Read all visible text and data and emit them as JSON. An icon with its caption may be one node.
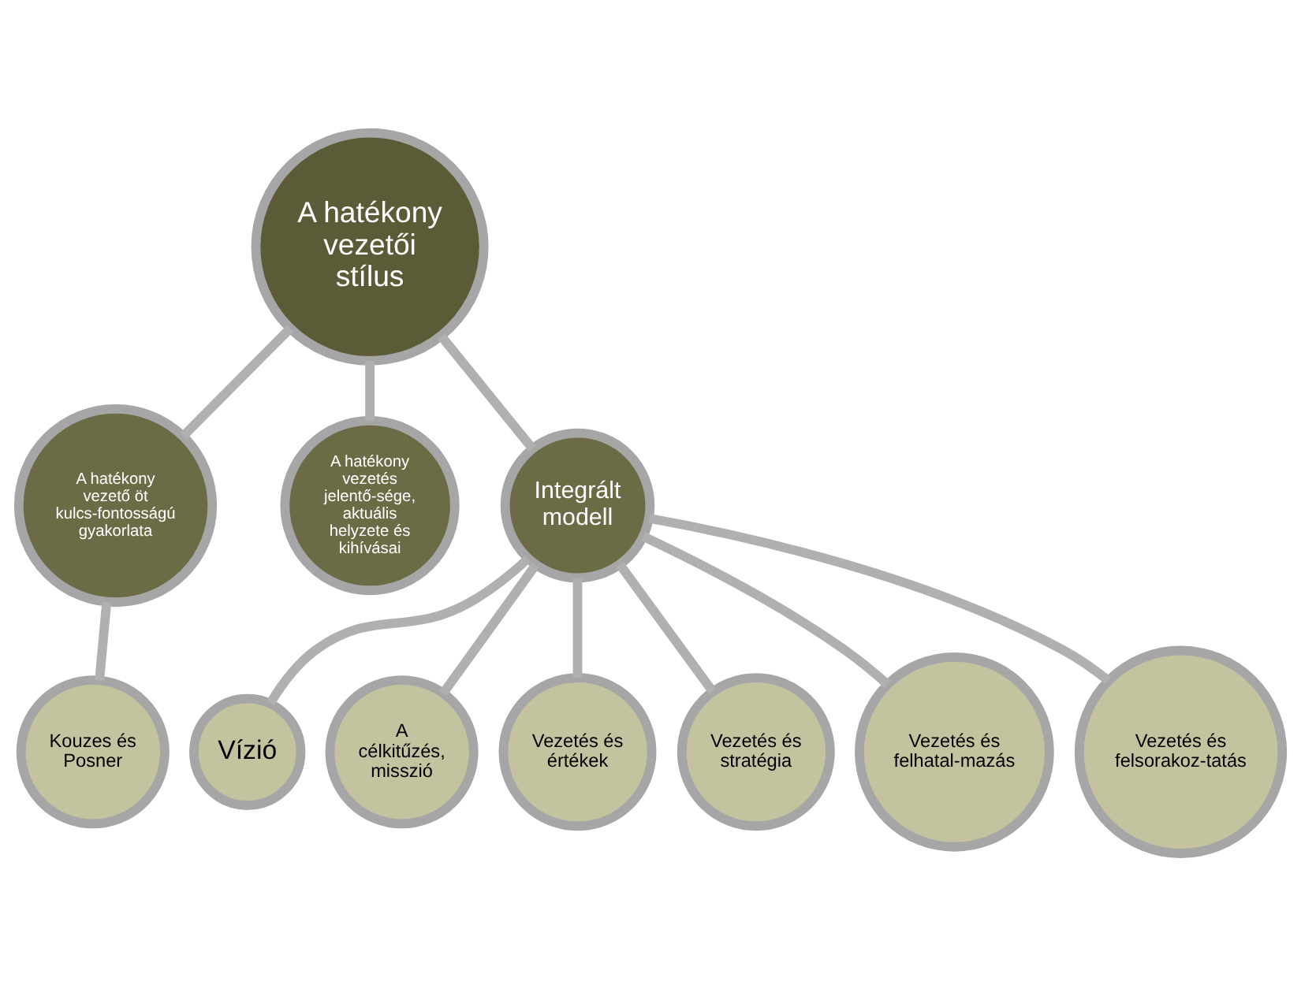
{
  "diagram": {
    "nodes": [
      {
        "text": [
          "A hatékony vezetői stílus"
        ]
      },
      {
        "text": [
          "A hatékony vezető öt kulcs-fontosságú gyakorlata"
        ]
      },
      {
        "text": [
          "A hatékony vezetés jelentő-sége, aktuális helyzete és kihívásai"
        ]
      },
      {
        "text": [
          "Integrált modell"
        ]
      },
      {
        "text": [
          "Kouzes és Posner"
        ]
      },
      {
        "text": [
          "Vízió"
        ]
      },
      {
        "text": [
          "A célkitűzés, misszió"
        ]
      },
      {
        "text": [
          "Vezetés és értékek"
        ]
      },
      {
        "text": [
          "Vezetés és stratégia"
        ]
      },
      {
        "text": [
          "Vezetés és felhatal-mazás"
        ]
      },
      {
        "text": [
          "Vezetés és felsorakoz-tatás"
        ]
      }
    ],
    "edges": [
      {
        "from": 0,
        "to": 1,
        "arrow": "none"
      },
      {
        "from": 0,
        "to": 2,
        "arrow": "none"
      },
      {
        "from": 0,
        "to": 3,
        "arrow": "none"
      },
      {
        "from": 1,
        "to": 4,
        "arrow": "none"
      },
      {
        "from": 3,
        "to": 5,
        "arrow": "none"
      },
      {
        "from": 3,
        "to": 6,
        "arrow": "none"
      },
      {
        "from": 3,
        "to": 7,
        "arrow": "none"
      },
      {
        "from": 3,
        "to": 8,
        "arrow": "none"
      },
      {
        "from": 3,
        "to": 9,
        "arrow": "none"
      },
      {
        "from": 3,
        "to": 10,
        "arrow": "none"
      }
    ]
  }
}
